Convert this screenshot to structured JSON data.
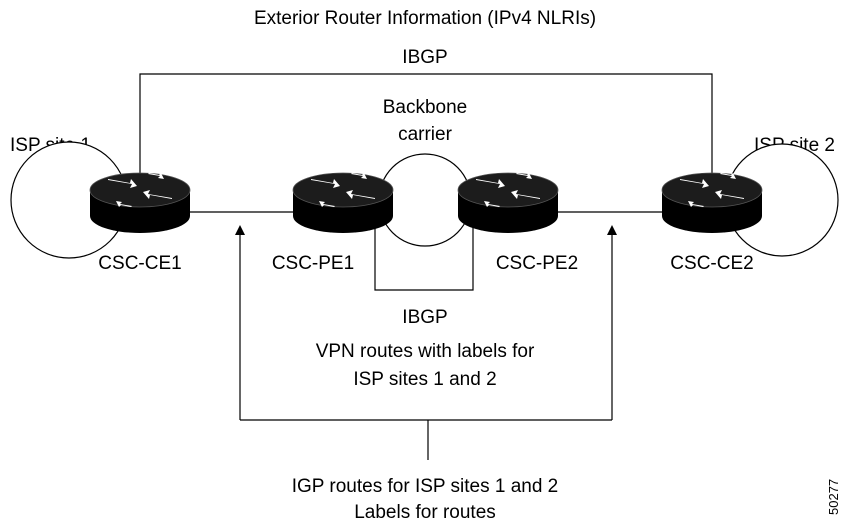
{
  "diagram": {
    "title": "Exterior Router Information (IPv4 NLRIs)",
    "ibgp_top": "IBGP",
    "backbone": [
      "Backbone",
      "carrier"
    ],
    "isp_site_1": "ISP site 1",
    "isp_site_2": "ISP site 2",
    "routers": {
      "csc_ce1": "CSC-CE1",
      "csc_pe1": "CSC-PE1",
      "csc_pe2": "CSC-PE2",
      "csc_ce2": "CSC-CE2"
    },
    "ibgp_middle": "IBGP",
    "vpn_routes": [
      "VPN routes with labels for",
      "ISP sites 1 and 2"
    ],
    "igp_routes": [
      "IGP routes for ISP sites 1 and 2",
      "Labels for routes"
    ],
    "figure_id": "50277"
  },
  "colors": {
    "router_top": "#1a1a1a",
    "router_body": "#000000",
    "line": "#000000",
    "background": "#ffffff"
  }
}
